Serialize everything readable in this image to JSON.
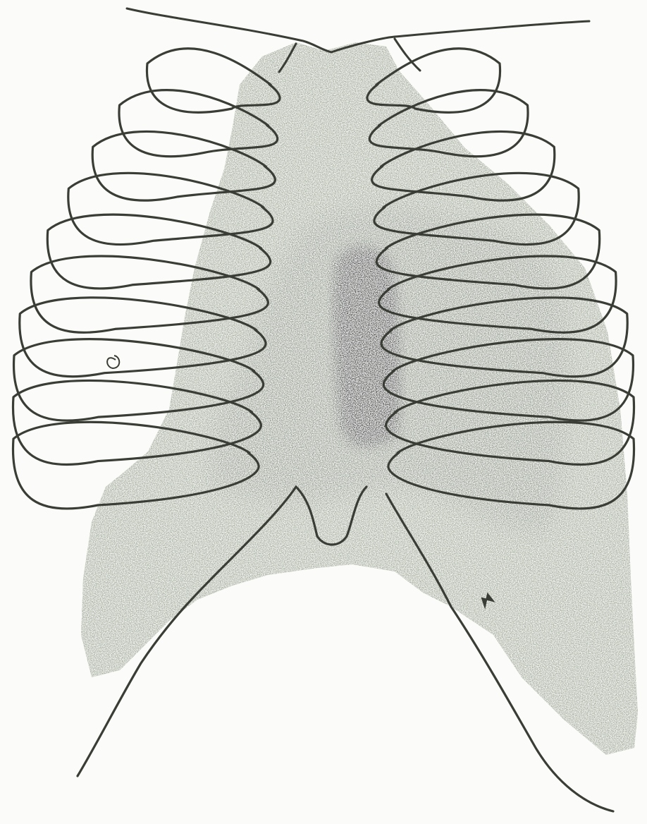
{
  "figure": {
    "subject": "thorax-rib-cage",
    "colors": {
      "paper": "#fbfcf9",
      "ink": "#3a3d35",
      "dullness_light": "#a3ab99",
      "dullness_mid": "#8c9585",
      "dullness_dark": "#6b7266",
      "core_dark": "#272a25"
    },
    "ribs_per_side": 10,
    "regions": [
      {
        "name": "relative-dullness-shading",
        "shade": "light"
      },
      {
        "name": "cardiac-dullness",
        "shade": "mid"
      },
      {
        "name": "deep-dullness-core",
        "shade": "dark"
      }
    ]
  }
}
